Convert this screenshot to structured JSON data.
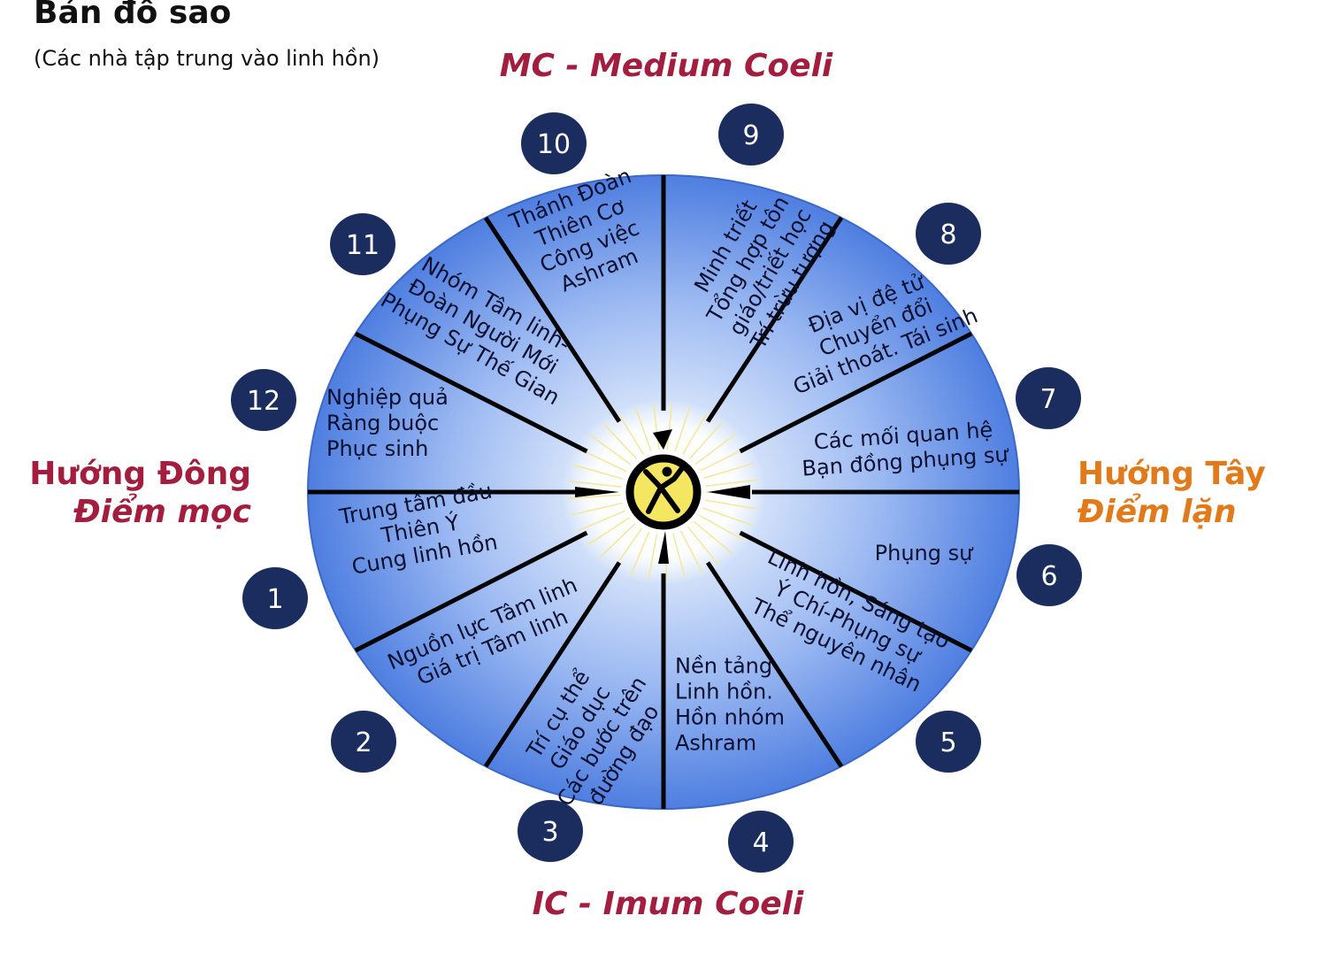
{
  "title": "Bản đồ sao",
  "subtitle": "(Các nhà tập trung vào linh hồn)",
  "colors": {
    "mc_ic": "#a31d3e",
    "east": "#a31d3e",
    "west": "#e07a1a",
    "wheel_light": "#dce8fb",
    "wheel_dark": "#4e7ee0",
    "badge": "#1a2d5e",
    "center": "#f4e661"
  },
  "mc_label": "MC - Medium Coeli",
  "ic_label": "IC - Imum Coeli",
  "east": {
    "line1": "Hướng Đông",
    "line2": "Điểm mọc"
  },
  "west": {
    "line1": "Hướng Tây",
    "line2": "Điểm lặn"
  },
  "center_icon": "human-figure-sun-icon",
  "houses": [
    {
      "number": "1",
      "lines": [
        "Trung tâm đầu",
        "Thiên Ý",
        "Cung linh hồn"
      ]
    },
    {
      "number": "2",
      "lines": [
        "Nguồn lực Tâm linh",
        "Giá trị Tâm linh"
      ]
    },
    {
      "number": "3",
      "lines": [
        "Trí cụ thể",
        "Giáo dục",
        "Các bước trên",
        "đường đạo"
      ]
    },
    {
      "number": "4",
      "lines": [
        "Nền tảng",
        "Linh hồn.",
        "Hồn nhóm",
        "Ashram"
      ]
    },
    {
      "number": "5",
      "lines": [
        "Linh hồn, Sáng tạo",
        "Ý Chí-Phụng sự",
        "Thể nguyên nhân"
      ]
    },
    {
      "number": "6",
      "lines": [
        "Phụng sự"
      ]
    },
    {
      "number": "7",
      "lines": [
        "Các mối quan hệ",
        "Bạn đồng phụng sự"
      ]
    },
    {
      "number": "8",
      "lines": [
        "Địa vị đệ tử",
        "Chuyển đổi",
        "Giải thoát. Tái sinh"
      ]
    },
    {
      "number": "9",
      "lines": [
        "Minh triết",
        "Tổng hợp tôn",
        "giáo/triết học",
        "Trí trừu tượng"
      ]
    },
    {
      "number": "10",
      "lines": [
        "Thánh Đoàn",
        "Thiên Cơ",
        "Công việc",
        "Ashram"
      ]
    },
    {
      "number": "11",
      "lines": [
        "Nhóm Tâm linh-",
        "Đoàn Người Mới",
        "Phụng Sự Thế Gian"
      ]
    },
    {
      "number": "12",
      "lines": [
        "Nghiệp quả",
        "Ràng buộc",
        "Phục sinh"
      ]
    }
  ]
}
